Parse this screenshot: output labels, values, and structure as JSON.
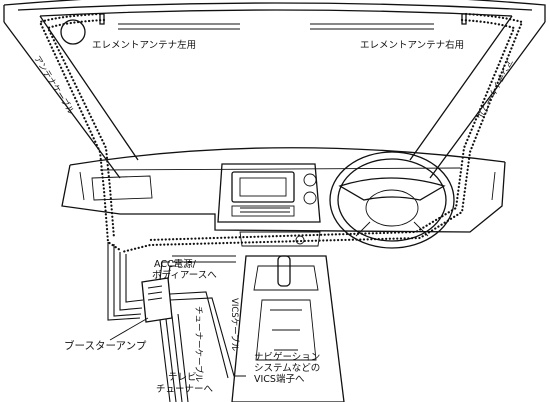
{
  "labels": {
    "element_antenna_left": "エレメントアンテナ左用",
    "element_antenna_right": "エレメントアンテナ右用",
    "antenna_cable_left": "アンテナケーブル",
    "antenna_cable_right": "アンテナケーブル",
    "acc_power_line1": "ACC電源/",
    "acc_power_line2": "ボディアースへ",
    "vics_cable": "VICSケーブル",
    "tuner_cable": "チューナーケーブル",
    "booster_amp": "ブースターアンプ",
    "tv_tuner_line1": "テレビ",
    "tv_tuner_line2": "チューナーへ",
    "navi_line1": "ナビゲーション",
    "navi_line2": "システムなどの",
    "navi_line3": "VICS端子へ"
  }
}
